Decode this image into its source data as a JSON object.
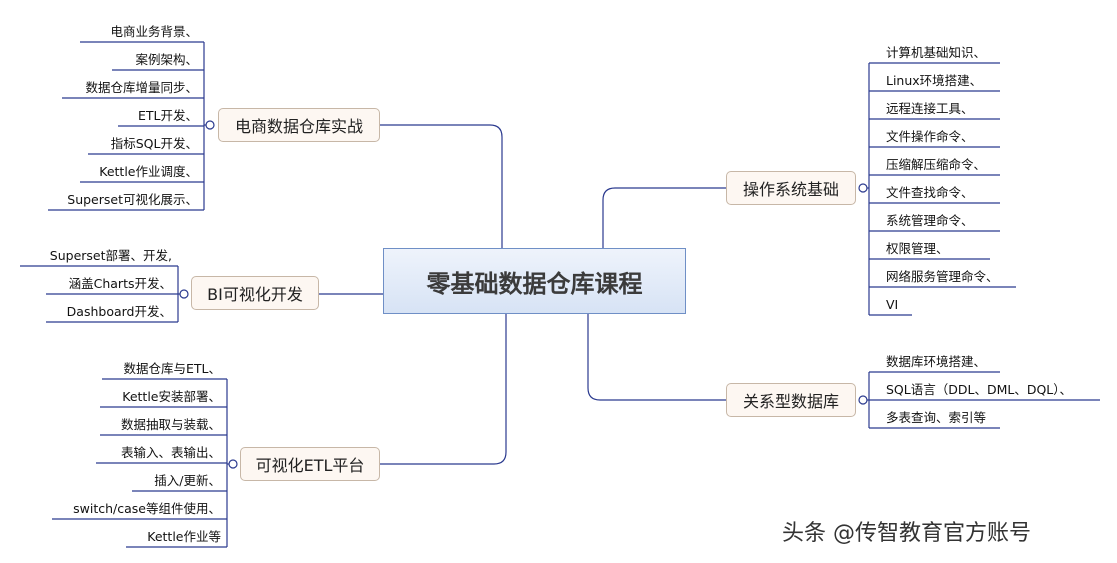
{
  "root": {
    "label": "零基础数据仓库课程"
  },
  "branches": [
    {
      "label": "电商数据仓库实战",
      "items": [
        "电商业务背景、",
        "案例架构、",
        "数据仓库增量同步、",
        "ETL开发、",
        "指标SQL开发、",
        "Kettle作业调度、",
        "Superset可视化展示、"
      ]
    },
    {
      "label": "BI可视化开发",
      "items": [
        "Superset部署、开发,",
        "涵盖Charts开发、",
        "Dashboard开发、"
      ]
    },
    {
      "label": "可视化ETL平台",
      "items": [
        "数据仓库与ETL、",
        "Kettle安装部署、",
        "数据抽取与装载、",
        "表输入、表输出、",
        "插入/更新、",
        "switch/case等组件使用、",
        "Kettle作业等"
      ]
    },
    {
      "label": "操作系统基础",
      "items": [
        "计算机基础知识、",
        "Linux环境搭建、",
        "远程连接工具、",
        "文件操作命令、",
        "压缩解压缩命令、",
        "文件查找命令、",
        "系统管理命令、",
        "权限管理、",
        "网络服务管理命令、",
        "VI"
      ]
    },
    {
      "label": "关系型数据库",
      "items": [
        "数据库环境搭建、",
        "SQL语言（DDL、DML、DQL）、",
        "多表查询、索引等"
      ]
    }
  ],
  "watermark": "头条 @传智教育官方账号",
  "colors": {
    "line": "#2b3a8f",
    "root_border": "#6f8fc6",
    "branch_border": "#c7b7a7",
    "branch_fill": "#fdf7f2"
  }
}
